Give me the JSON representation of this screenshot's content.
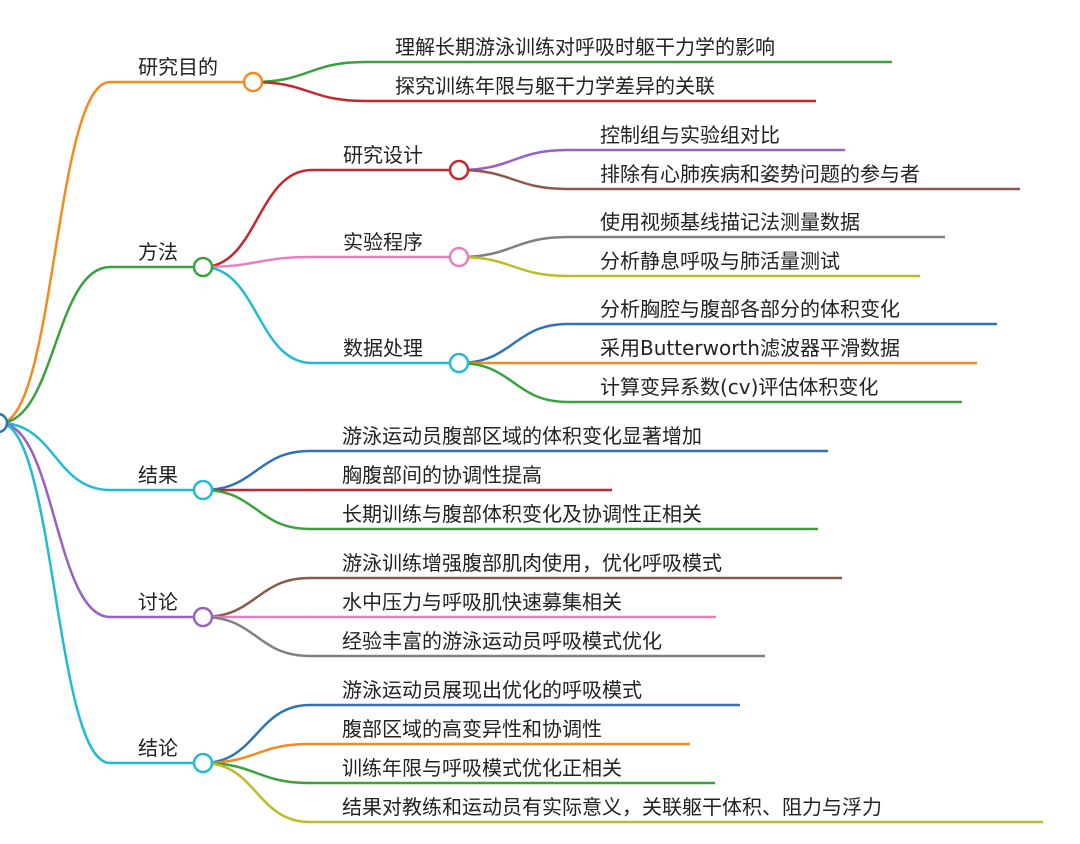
{
  "colors": {
    "orange": "#f68a1f",
    "red": "#c9252c",
    "green": "#3aa23a",
    "purple": "#9a5fc6",
    "brown": "#8c5a48",
    "pink": "#e67fc5",
    "gray": "#808080",
    "olive": "#bdbd22",
    "blue": "#2e74b5",
    "cyan": "#1fbcd2"
  },
  "root": {
    "color": "blue"
  },
  "branches": [
    {
      "key": "purpose",
      "label": "研究目的",
      "color": "orange",
      "children": [
        {
          "label": "理解长期游泳训练对呼吸时躯干力学的影响",
          "color": "green"
        },
        {
          "label": "探究训练年限与躯干力学差异的关联",
          "color": "red"
        }
      ]
    },
    {
      "key": "method",
      "label": "方法",
      "color": "green",
      "children": [
        {
          "label": "研究设计",
          "color": "red",
          "children": [
            {
              "label": "控制组与实验组对比",
              "color": "purple"
            },
            {
              "label": "排除有心肺疾病和姿势问题的参与者",
              "color": "brown"
            }
          ]
        },
        {
          "label": "实验程序",
          "color": "pink",
          "children": [
            {
              "label": "使用视频基线描记法测量数据",
              "color": "gray"
            },
            {
              "label": "分析静息呼吸与肺活量测试",
              "color": "olive"
            }
          ]
        },
        {
          "label": "数据处理",
          "color": "cyan",
          "children": [
            {
              "label": "分析胸腔与腹部各部分的体积变化",
              "color": "blue"
            },
            {
              "label": "采用Butterworth滤波器平滑数据",
              "color": "orange"
            },
            {
              "label": "计算变异系数(cv)评估体积变化",
              "color": "green"
            }
          ]
        }
      ]
    },
    {
      "key": "results",
      "label": "结果",
      "color": "cyan",
      "children": [
        {
          "label": "游泳运动员腹部区域的体积变化显著增加",
          "color": "blue"
        },
        {
          "label": "胸腹部间的协调性提高",
          "color": "red"
        },
        {
          "label": "长期训练与腹部体积变化及协调性正相关",
          "color": "green"
        }
      ]
    },
    {
      "key": "discussion",
      "label": "讨论",
      "color": "purple",
      "children": [
        {
          "label": "游泳训练增强腹部肌肉使用，优化呼吸模式",
          "color": "brown"
        },
        {
          "label": "水中压力与呼吸肌快速募集相关",
          "color": "pink"
        },
        {
          "label": "经验丰富的游泳运动员呼吸模式优化",
          "color": "gray"
        }
      ]
    },
    {
      "key": "conclusion",
      "label": "结论",
      "color": "cyan",
      "children": [
        {
          "label": "游泳运动员展现出优化的呼吸模式",
          "color": "blue"
        },
        {
          "label": "腹部区域的高变异性和协调性",
          "color": "orange"
        },
        {
          "label": "训练年限与呼吸模式优化正相关",
          "color": "green"
        },
        {
          "label": "结果对教练和运动员有实际意义，关联躯干体积、阻力与浮力",
          "color": "olive"
        }
      ]
    }
  ]
}
